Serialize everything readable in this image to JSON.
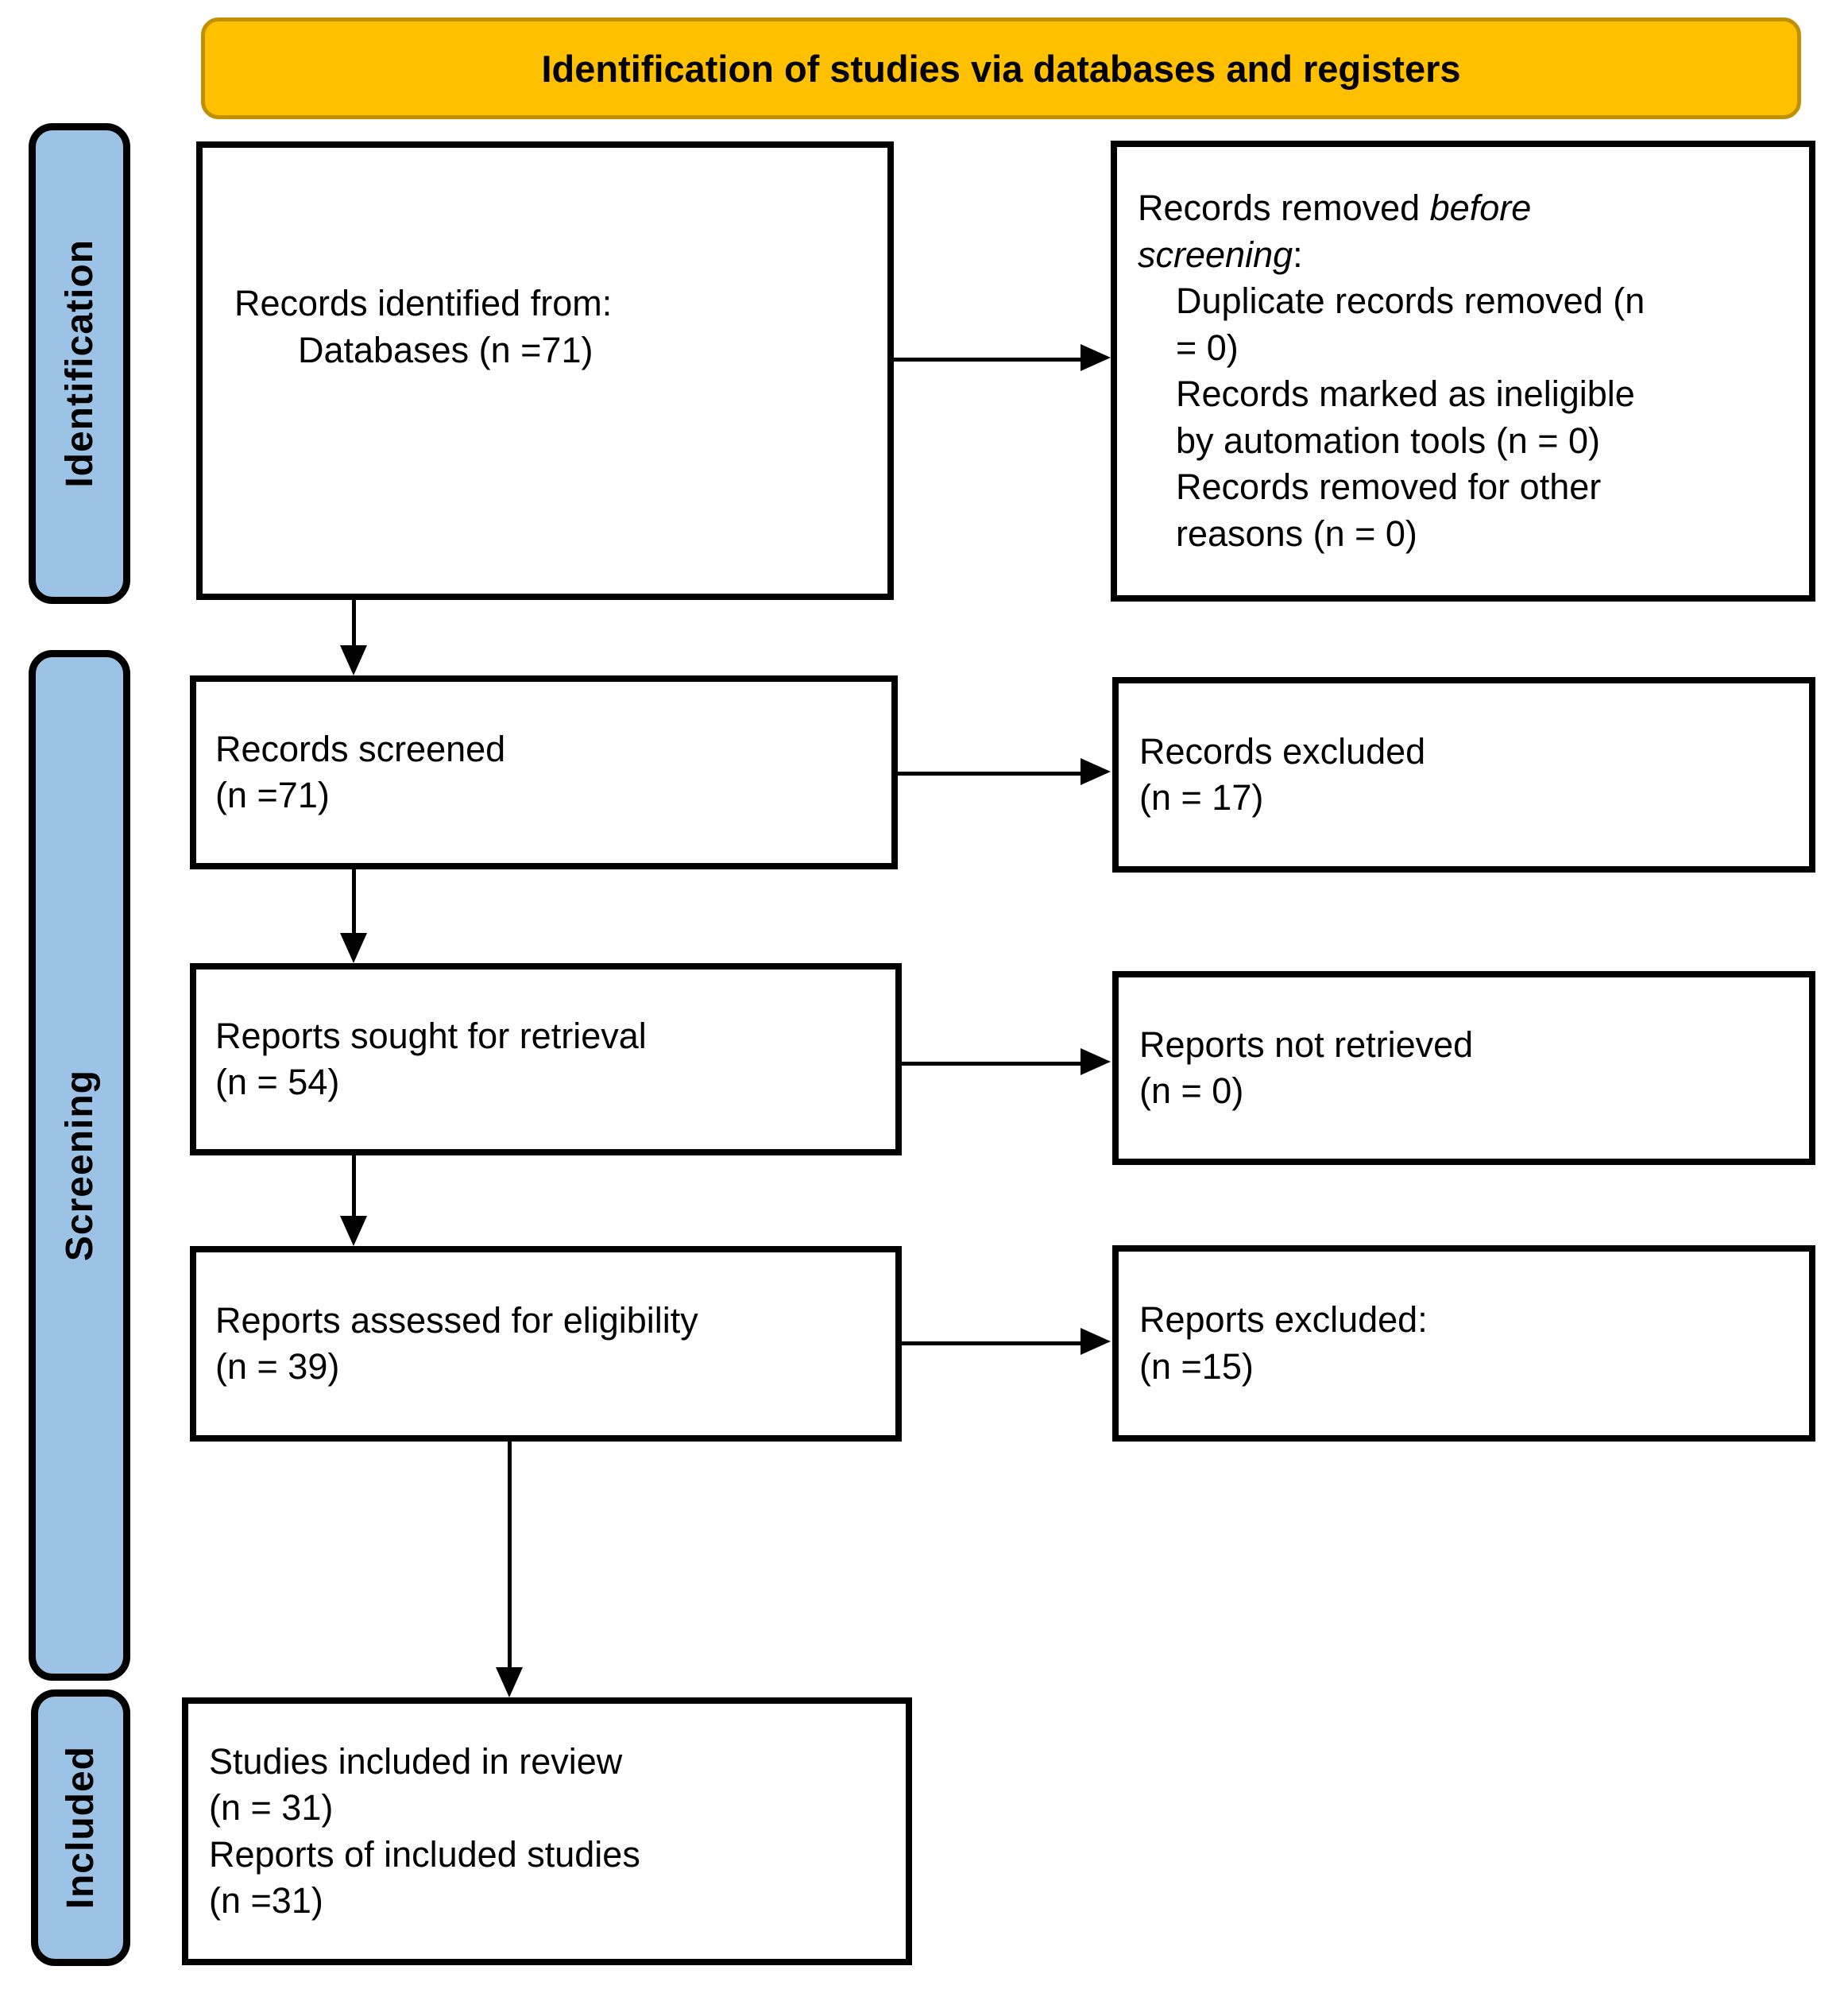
{
  "header": {
    "title": "Identification of studies via databases and registers"
  },
  "stages": {
    "identification": "Identification",
    "screening": "Screening",
    "included": "Included"
  },
  "boxes": {
    "records_identified": {
      "line1": "Records identified from:",
      "line2": "Databases (n =71)"
    },
    "records_removed": {
      "intro_plain": "Records removed ",
      "intro_italic": "before\nscreening",
      "intro_suffix": ":",
      "items": [
        "Duplicate records removed (n\n= 0)",
        "Records marked as ineligible\nby automation tools (n = 0)",
        "Records removed for other\nreasons (n = 0)"
      ]
    },
    "records_screened": {
      "text": "Records screened\n(n =71)"
    },
    "records_excluded": {
      "text": "Records excluded\n(n = 17)"
    },
    "reports_sought": {
      "text": "Reports sought for retrieval\n(n = 54)"
    },
    "reports_not_retrieved": {
      "text": "Reports not retrieved\n(n = 0)"
    },
    "reports_assessed": {
      "text": "Reports assessed for eligibility\n(n = 39)"
    },
    "reports_excluded": {
      "text": "Reports excluded:\n(n =15)"
    },
    "studies_included": {
      "text": "Studies included in review\n(n = 31)\nReports of included studies\n(n =31)"
    }
  },
  "colors": {
    "banner_bg": "#FFC000",
    "banner_border": "#BF9000",
    "stage_bg": "#9CC2E5",
    "box_border": "#000000"
  }
}
